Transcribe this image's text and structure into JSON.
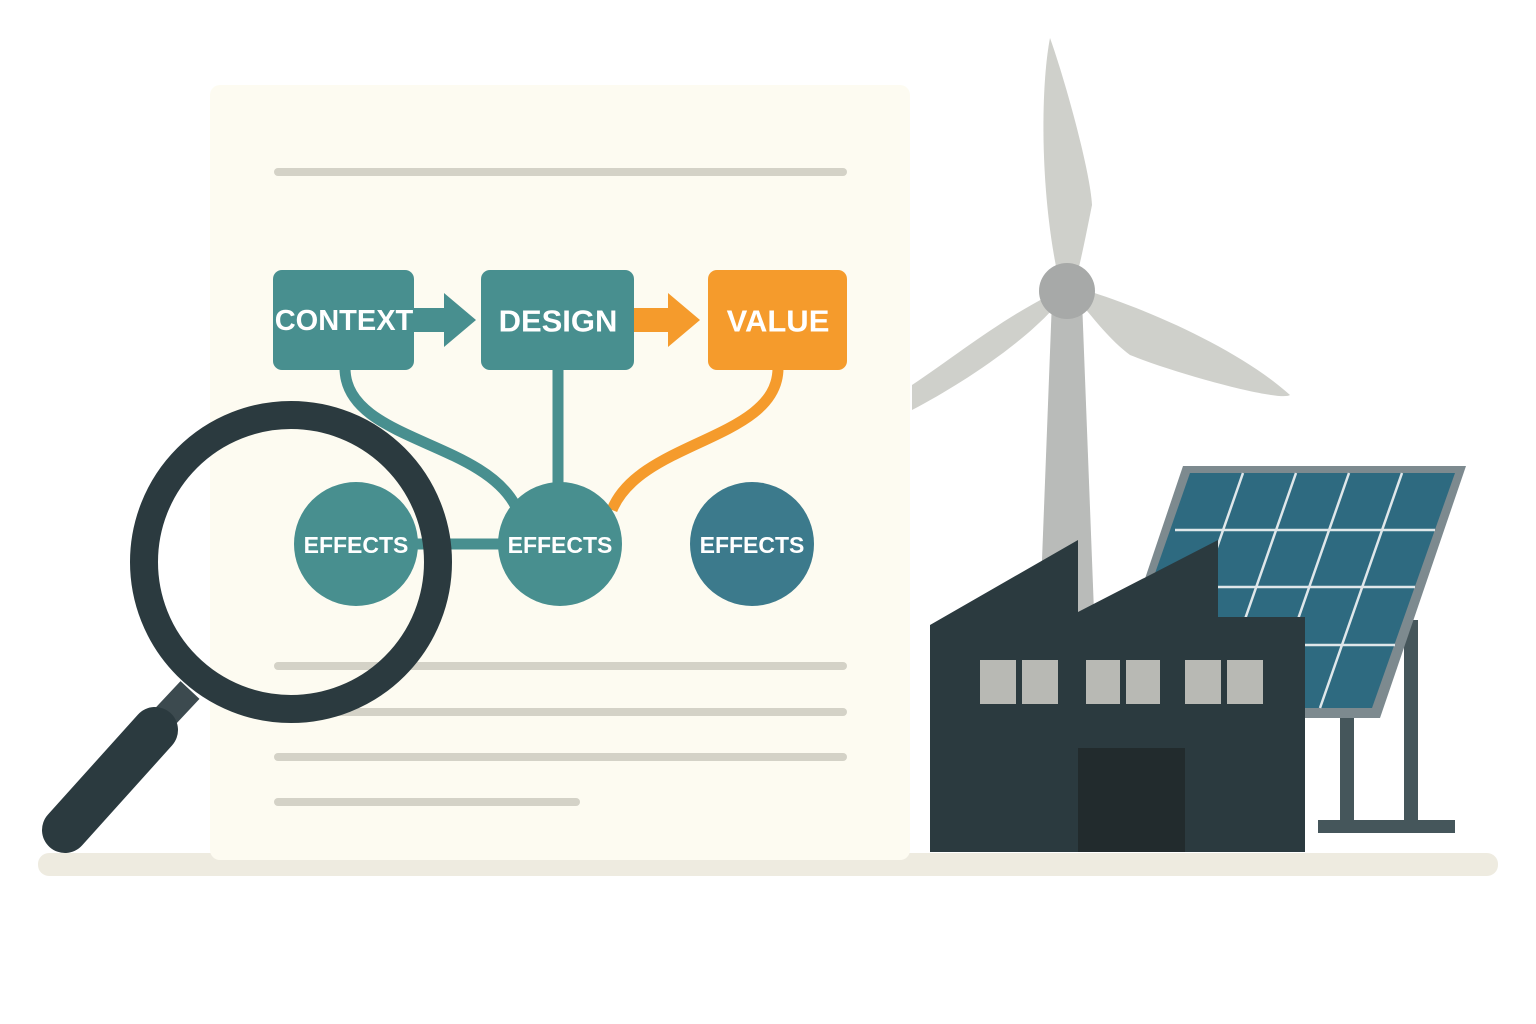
{
  "diagram": {
    "boxes": [
      {
        "label": "CONTEXT"
      },
      {
        "label": "DESIGN"
      },
      {
        "label": "VALUE"
      }
    ],
    "nodes": [
      {
        "label": "EFFECTS"
      },
      {
        "label": "EFFECTS"
      },
      {
        "label": "EFFECTS"
      }
    ]
  },
  "colors": {
    "teal": "#488f8f",
    "orange": "#f59b2c",
    "blue": "#3c7a8c",
    "dark": "#2b3a3f",
    "paper": "#fdfbf1"
  },
  "icons": [
    "magnifier-icon",
    "wind-turbine-icon",
    "solar-panel-icon",
    "factory-icon",
    "document-icon"
  ]
}
